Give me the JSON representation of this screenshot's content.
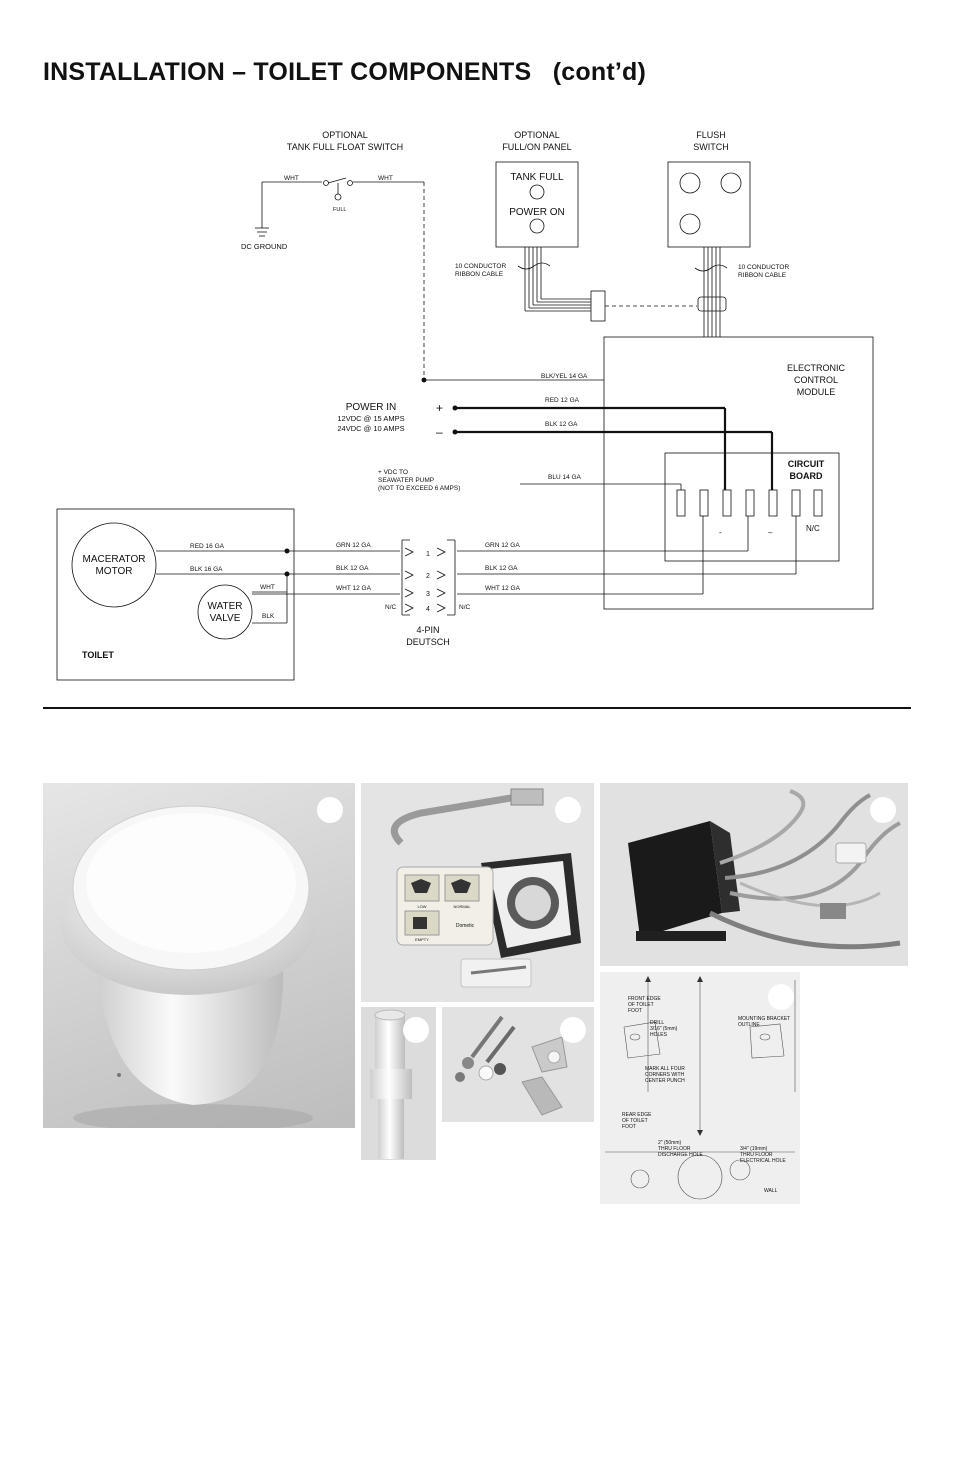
{
  "page": {
    "title": "INSTALLATION – TOILET COMPONENTS   (cont’d)"
  },
  "diagram": {
    "optional_float_switch": [
      "OPTIONAL",
      "TANK FULL FLOAT SWITCH"
    ],
    "optional_panel": [
      "OPTIONAL",
      "FULL/ON PANEL"
    ],
    "flush_switch": [
      "FLUSH",
      "SWITCH"
    ],
    "panel_tank_full": "TANK FULL",
    "panel_power_on": "POWER ON",
    "float_wht_left": "WHT",
    "float_wht_right": "WHT",
    "float_full": "FULL",
    "dc_ground": "DC  GROUND",
    "ribbon_left": [
      "10 CONDUCTOR",
      "RIBBON CABLE"
    ],
    "ribbon_right": [
      "10 CONDUCTOR",
      "RIBBON CABLE"
    ],
    "ecm": [
      "ELECTRONIC",
      "CONTROL",
      "MODULE"
    ],
    "circuit_board": [
      "CIRCUIT",
      "BOARD"
    ],
    "wire_blk_yel": "BLK/YEL 14 GA",
    "power_in": "POWER IN",
    "power_12v": "12VDC @ 15 AMPS",
    "power_24v": "24VDC @ 10 AMPS",
    "plus": "+",
    "minus": "–",
    "wire_red_12": "RED 12 GA",
    "wire_blk_12": "BLK 12 GA",
    "pump_note": [
      "+ VDC TO",
      "SEAWATER PUMP",
      "(NOT TO EXCEED 6 AMPS)"
    ],
    "wire_blu_14": "BLU 14 GA",
    "board_minus": "-",
    "board_minus2": "–",
    "board_nc": "N/C",
    "macerator": [
      "MACERATOR",
      "MOTOR"
    ],
    "water_valve": [
      "WATER",
      "VALVE"
    ],
    "toilet": "TOILET",
    "wire_red_16": "RED 16 GA",
    "wire_blk_16": "BLK 16 GA",
    "wire_wht": "WHT",
    "wire_blk": "BLK",
    "wire_grn_12_l": "GRN 12 GA",
    "wire_blk_12_l": "BLK 12 GA",
    "wire_wht_12_l": "WHT 12 GA",
    "wire_grn_12_r": "GRN 12 GA",
    "wire_blk_12_r": "BLK 12 GA",
    "wire_wht_12_r": "WHT 12 GA",
    "nc_left": "N/C",
    "nc_right": "N/C",
    "pin1": "1",
    "pin2": "2",
    "pin3": "3",
    "pin4": "4",
    "deutsch": [
      "4-PIN",
      "DEUTSCH"
    ]
  },
  "photos": {
    "panel_labels": [
      "LOW",
      "NORMAL",
      "EMPTY",
      "Dometic"
    ],
    "template_labels": {
      "front_edge": [
        "FRONT EDGE",
        "OF TOILET",
        "FOOT"
      ],
      "drill": [
        "DRILL",
        "3/16\" (5mm)",
        "HOLES"
      ],
      "mark": [
        "MARK ALL FOUR",
        "CORNERS WITH",
        "CENTER PUNCH"
      ],
      "bracket": [
        "MOUNTING BRACKET",
        "OUTLINE"
      ],
      "rear_edge": [
        "REAR EDGE",
        "OF TOILET",
        "FOOT"
      ],
      "discharge": [
        "2\" (50mm)",
        "THRU FLOOR",
        "DISCHARGE HOLE"
      ],
      "electrical": [
        "3/4\" (19mm)",
        "THRU FLOOR",
        "ELECTRICAL HOLE"
      ],
      "wall": "WALL"
    }
  }
}
